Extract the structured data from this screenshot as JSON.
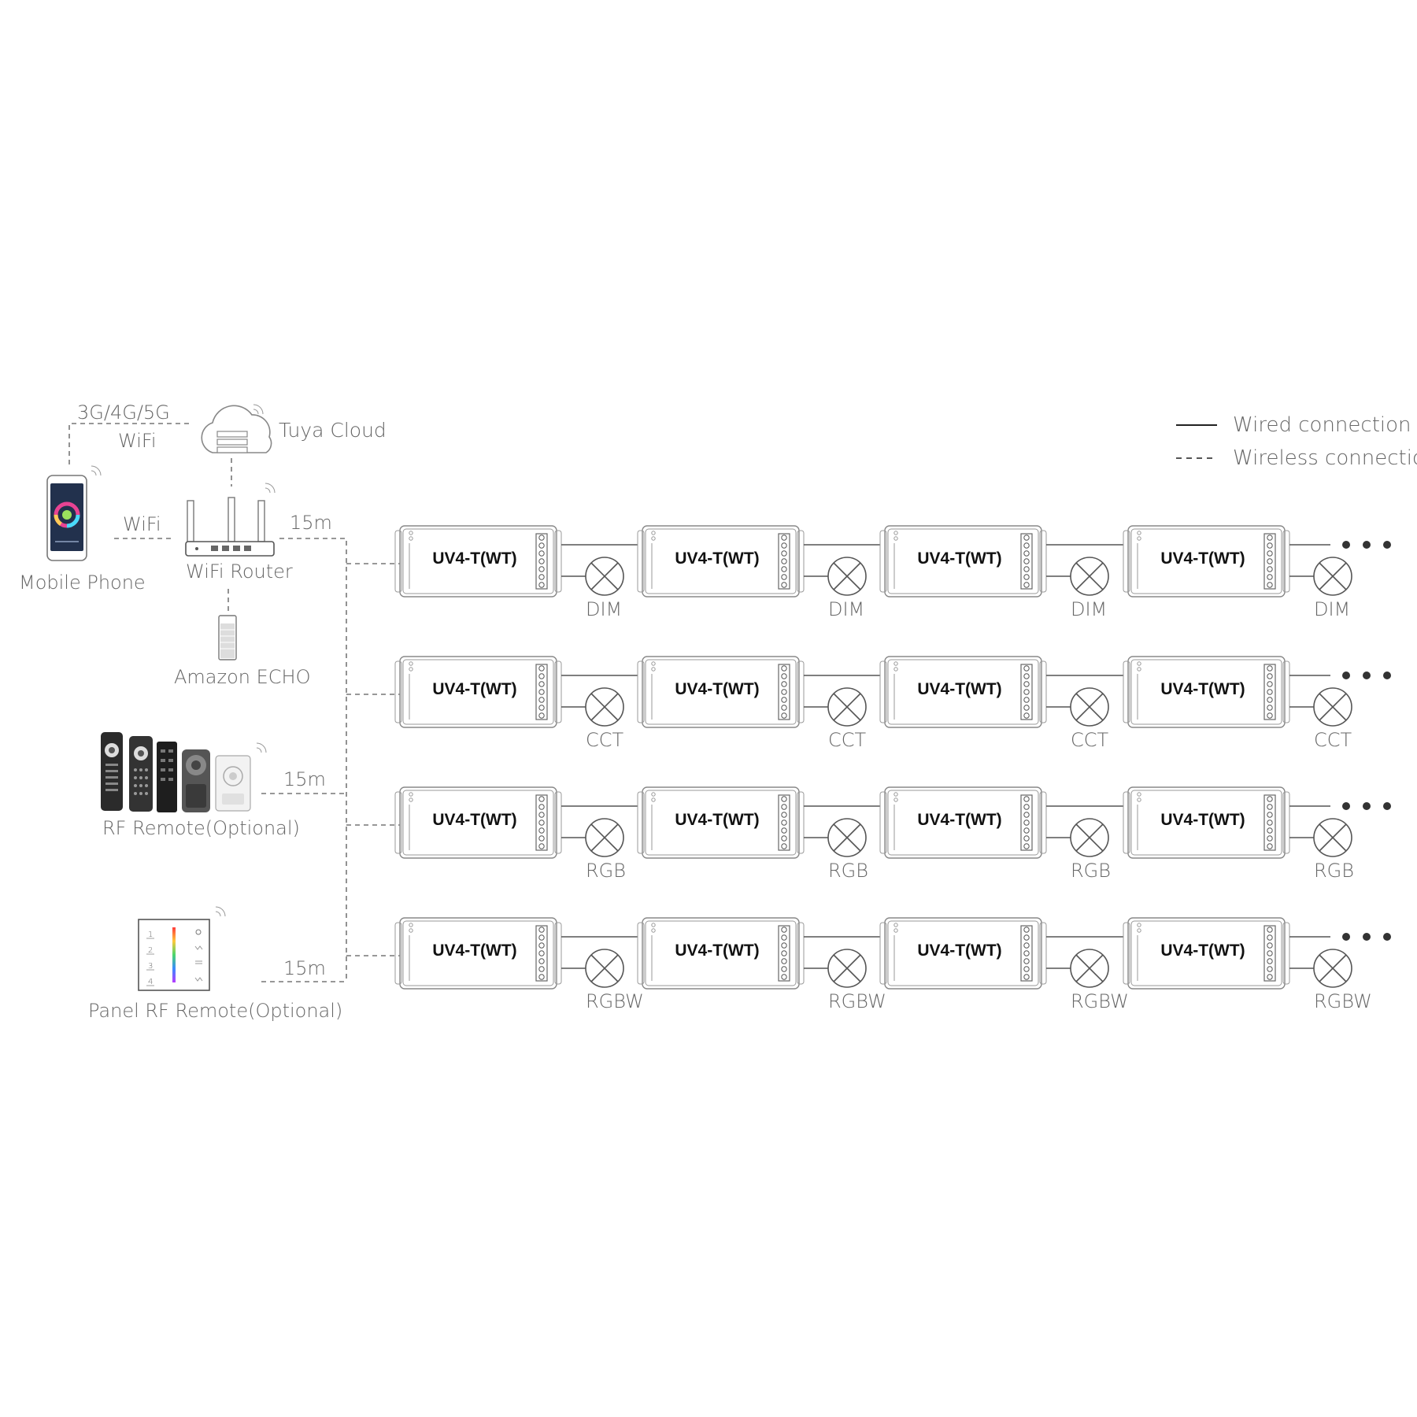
{
  "legend": {
    "wired": "Wired connection",
    "wireless": "Wireless connection"
  },
  "devices": {
    "mobile_phone": "Mobile Phone",
    "cellular_label": "3G/4G/5G",
    "wifi_label_top": "WiFi",
    "wifi_label_phone": "WiFi",
    "cloud": "Tuya Cloud",
    "router": "WiFi Router",
    "echo": "Amazon ECHO",
    "rf_remote": "RF Remote(Optional)",
    "panel_remote": "Panel RF Remote(Optional)",
    "distance_router": "15m",
    "distance_rf": "15m",
    "distance_panel": "15m"
  },
  "controller_label": "UV4-T(WT)",
  "rows": [
    {
      "type": "DIM",
      "controllers": [
        "UV4-T(WT)",
        "UV4-T(WT)",
        "UV4-T(WT)",
        "UV4-T(WT)"
      ],
      "lamps": [
        "DIM",
        "DIM",
        "DIM",
        "DIM"
      ]
    },
    {
      "type": "CCT",
      "controllers": [
        "UV4-T(WT)",
        "UV4-T(WT)",
        "UV4-T(WT)",
        "UV4-T(WT)"
      ],
      "lamps": [
        "CCT",
        "CCT",
        "CCT",
        "CCT"
      ]
    },
    {
      "type": "RGB",
      "controllers": [
        "UV4-T(WT)",
        "UV4-T(WT)",
        "UV4-T(WT)",
        "UV4-T(WT)"
      ],
      "lamps": [
        "RGB",
        "RGB",
        "RGB",
        "RGB"
      ]
    },
    {
      "type": "RGBW",
      "controllers": [
        "UV4-T(WT)",
        "UV4-T(WT)",
        "UV4-T(WT)",
        "UV4-T(WT)"
      ],
      "lamps": [
        "RGBW",
        "RGBW",
        "RGBW",
        "RGBW"
      ]
    }
  ],
  "panel_keys": [
    "1",
    "2",
    "3",
    "4"
  ]
}
